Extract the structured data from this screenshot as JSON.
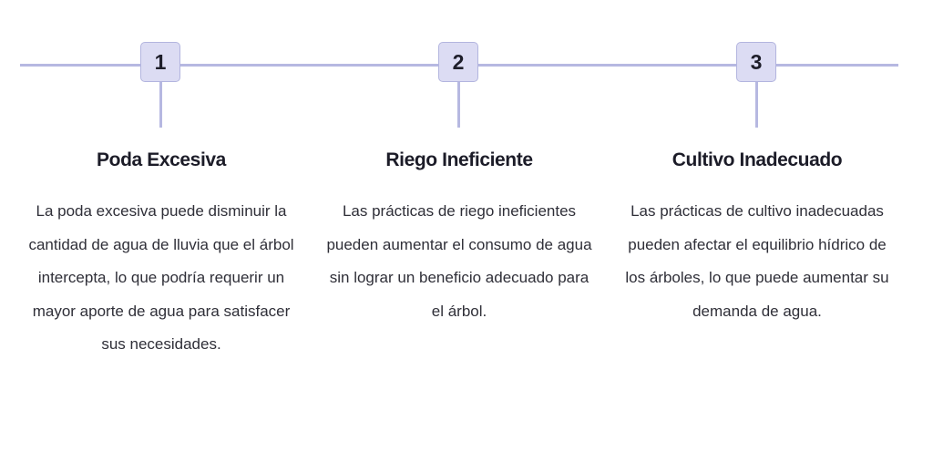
{
  "steps": [
    {
      "number": "1",
      "title": "Poda Excesiva",
      "description": "La poda excesiva puede disminuir la cantidad de agua de lluvia que el árbol intercepta, lo que podría requerir un mayor aporte de agua para satisfacer sus necesidades."
    },
    {
      "number": "2",
      "title": "Riego Ineficiente",
      "description": "Las prácticas de riego ineficientes pueden aumentar el consumo de agua sin lograr un beneficio adecuado para el árbol."
    },
    {
      "number": "3",
      "title": "Cultivo Inadecuado",
      "description": "Las prácticas de cultivo inadecuadas pueden afectar el equilibrio hídrico de los árboles, lo que puede aumentar su demanda de agua."
    }
  ],
  "colors": {
    "line": "#b6b8e1",
    "badge_fill": "#dcdcf3",
    "badge_border": "#b3b5df",
    "title_text": "#1c1c28",
    "body_text": "#2f2f38"
  }
}
